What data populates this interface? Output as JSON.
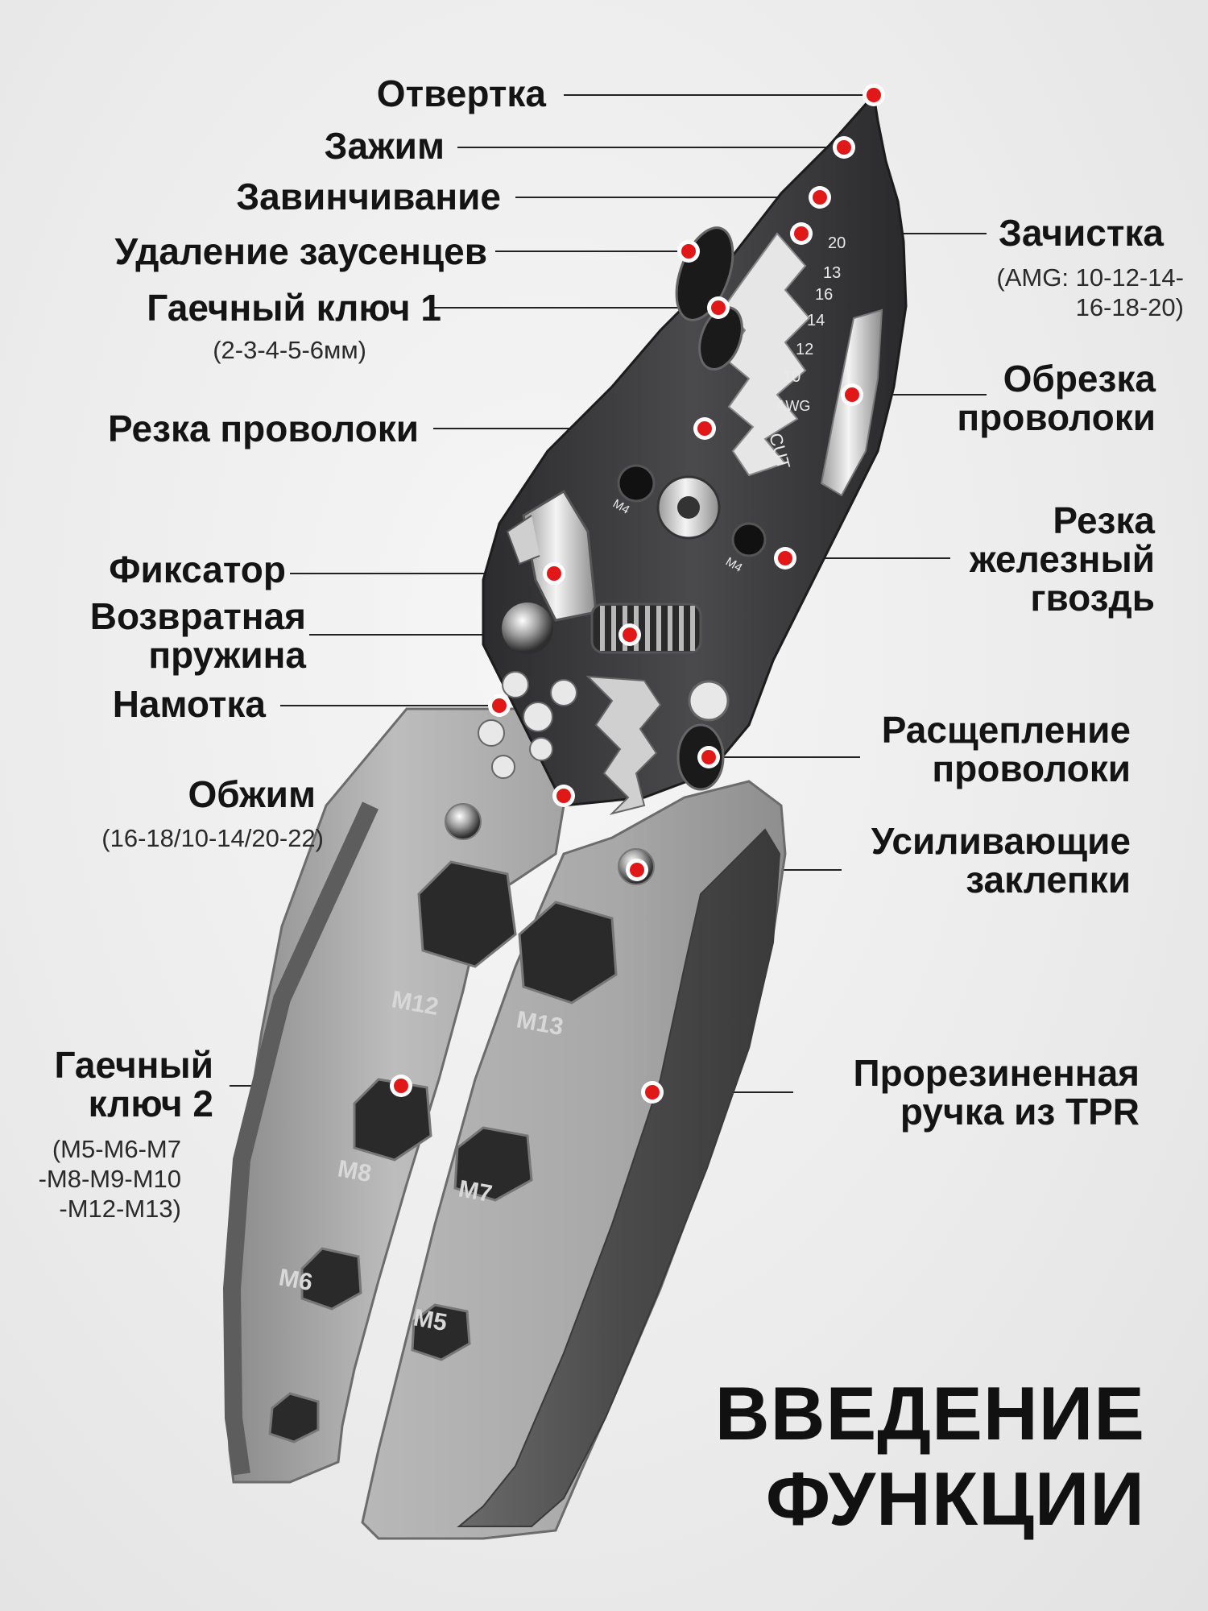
{
  "title": {
    "line1": "ВВЕДЕНИЕ",
    "line2": "ФУНКЦИИ"
  },
  "labels": {
    "screwdriver": "Отвертка",
    "clamp": "Зажим",
    "screwing": "Завинчивание",
    "deburring": "Удаление заусенцев",
    "wrench1": "Гаечный ключ 1",
    "wrench1_sizes": "(2-3-4-5-6мм)",
    "wire_cutting": "Резка проволоки",
    "lock": "Фиксатор",
    "spring": "Возвратная\nпружина",
    "winding": "Намотка",
    "crimp": "Обжим",
    "crimp_sizes": "(16-18/10-14/20-22)",
    "wrench2": "Гаечный\nключ 2",
    "wrench2_sizes": "(M5-M6-M7\n-M8-M9-M10\n-M12-M13)",
    "stripping": "Зачистка",
    "stripping_sizes": "(AMG: 10-12-14-\n16-18-20)",
    "wire_trimming": "Обрезка\nпроволоки",
    "nail_cutting": "Резка\nжелезный\nгвоздь",
    "wire_splitting": "Расщепление\nпроволоки",
    "rivets": "Усиливающие\nзаклепки",
    "handle": "Прорезиненная\nручка из TPR"
  },
  "tool_markings": {
    "gauge_numbers": [
      "20",
      "13",
      "16",
      "14",
      "12",
      "10"
    ],
    "awg": "AWG",
    "cut": "CUT",
    "m4_left": "M4",
    "m4_right": "M4",
    "wrench_sizes": [
      "M12",
      "M13",
      "M8",
      "M7",
      "M6",
      "M5"
    ]
  },
  "colors": {
    "callout_dot": "#e01818",
    "steel_dark": "#3a3a3c",
    "handle_grey": "#9c9c9c",
    "tpr_dark": "#4a4a4a"
  }
}
